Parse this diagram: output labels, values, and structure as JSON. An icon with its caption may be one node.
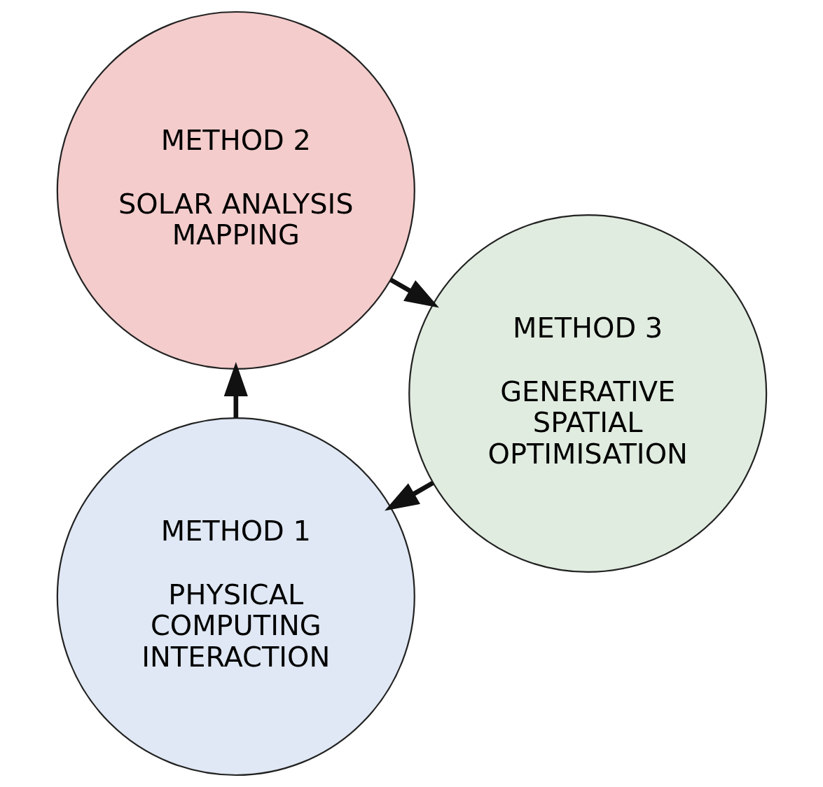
{
  "diagram": {
    "nodes": [
      {
        "text": [
          "METHOD 1",
          "PHYSICAL COMPUTING INTERACTION"
        ]
      },
      {
        "text": [
          "METHOD 2",
          "SOLAR ANALYSIS MAPPING"
        ]
      },
      {
        "text": [
          "METHOD 3",
          "GENERATIVE SPATIAL OPTIMISATION"
        ]
      }
    ],
    "edges": [
      {
        "from": 0,
        "to": 1,
        "arrow": "to"
      },
      {
        "from": 1,
        "to": 2,
        "arrow": "to"
      },
      {
        "from": 2,
        "to": 0,
        "arrow": "to"
      }
    ]
  }
}
